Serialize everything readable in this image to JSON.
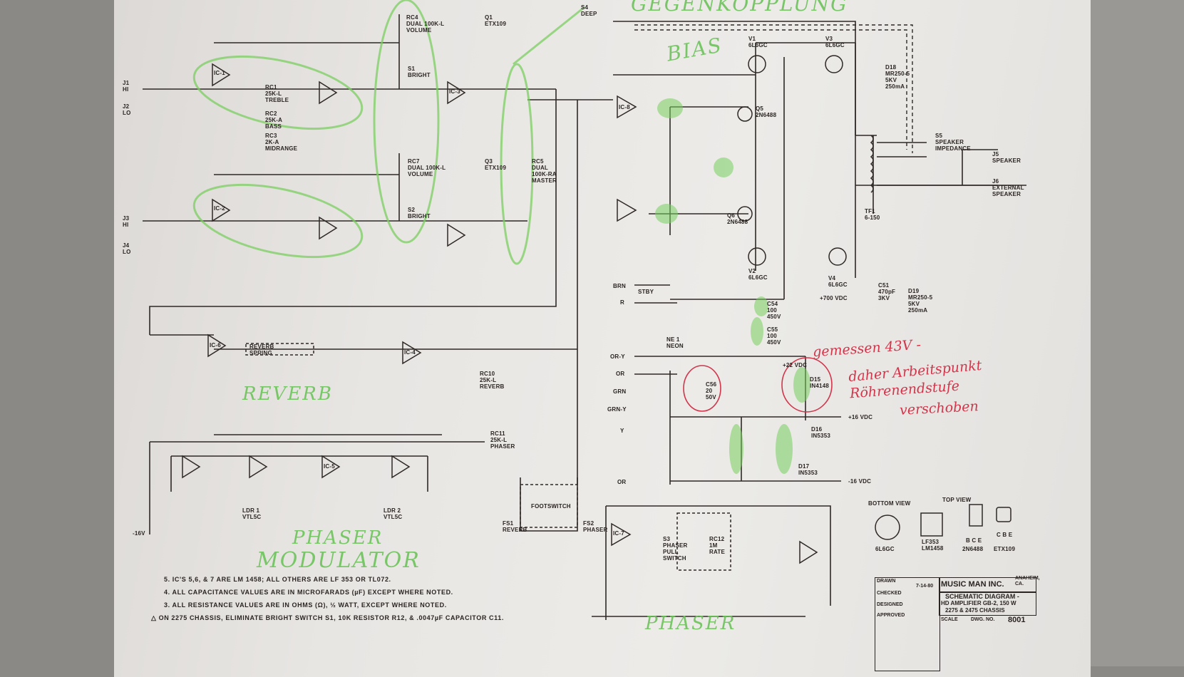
{
  "annotations_green": {
    "gegenkopplung": "GEGENKOPPLUNG",
    "bias": "BIAS",
    "reverb": "REVERB",
    "phaser_modulator_1": "PHASER",
    "phaser_modulator_2": "MODULATOR",
    "phaser": "PHASER"
  },
  "annotation_red": {
    "line1": "gemessen 43V -",
    "line2": "daher Arbeitspunkt",
    "line3": "Röhrenendstufe",
    "line4": "verschoben"
  },
  "components": {
    "j1": "J1\nHI",
    "j2": "J2\nLO",
    "j3": "J3\nHI",
    "j4": "J4\nLO",
    "ic1": "IC-1",
    "ic2": "IC-2",
    "ic3": "IC-3",
    "ic4": "IC-4",
    "ic5": "IC-5",
    "ic6": "IC-6",
    "ic7": "IC-7",
    "ic8": "IC-8",
    "rc4": "RC4\nDUAL 100K-L\nVOLUME",
    "rc7": "RC7\nDUAL 100K-L\nVOLUME",
    "rc1": "RC1\n25K-L\nTREBLE",
    "rc2": "RC2\n25K-A\nBASS",
    "rc3": "RC3\n2K-A\nMIDRANGE",
    "rc5": "RC5\nDUAL\n100K-RA\nMASTER",
    "s1": "S1\nBRIGHT",
    "s2": "S2\nBRIGHT",
    "q1": "Q1\nETX109",
    "q3": "Q3\nETX109",
    "s4": "S4\nDEEP",
    "v1": "V1\n6L6GC",
    "v2": "V2\n6L6GC",
    "v3": "V3\n6L6GC",
    "v4": "V4\n6L6GC",
    "q5": "Q5\n2N6488",
    "q6": "Q6\n2N6488",
    "tf1": "TF1\n6-150",
    "s5": "S5\nSPEAKER\nIMPEDANCE",
    "j5": "J5\nSPEAKER",
    "j6": "J6\nEXTERNAL\nSPEAKER",
    "d18": "D18\nMR250-5\n5KV\n250mA",
    "d19": "D19\nMR250-5\n5KV\n250mA",
    "c51": "C51\n470pF\n3KV",
    "plus700": "+700 VDC",
    "stby": "STBY",
    "ne1": "NE 1\nNEON",
    "c54": "C54\n100\n450V",
    "c55": "C55\n100\n450V",
    "plus22": "+22 VDC",
    "d15": "D15\nIN4148",
    "c56": "C56\n20\n50V",
    "plus16": "+16 VDC",
    "minus16": "-16 VDC",
    "d16": "D16\nIN5353",
    "d17": "D17\nIN5353",
    "reverb_spring": "REVERB\nSPRING",
    "rc10": "RC10\n25K-L\nREVERB",
    "rc11": "RC11\n25K-L\nPHASER",
    "ldr1": "LDR 1\nVTL5C",
    "ldr2": "LDR 2\nVTL5C",
    "footswitch": "FOOTSWITCH",
    "fs1": "FS1\nREVERB",
    "fs2": "FS2\nPHASER",
    "rc12": "RC12\n1M\nRATE",
    "s3": "S3\nPHASER\nPULL\nSWITCH",
    "brn": "BRN",
    "r": "R",
    "or_y": "OR-Y",
    "or": "OR",
    "grn": "GRN",
    "grn_y": "GRN-Y",
    "y": "Y",
    "or2": "OR",
    "minus16v": "-16V"
  },
  "pinouts": {
    "bottom_view": "BOTTOM VIEW",
    "top_view": "TOP VIEW",
    "tube": "6L6GC",
    "opamp": "LF353\nLM1458",
    "q_power": "2N6488",
    "q_power_pins": "B C E",
    "q_small": "ETX109",
    "q_small_pins": "C B E"
  },
  "notes": [
    "5. IC'S 5,6, & 7 ARE LM 1458; ALL OTHERS ARE LF 353 OR TL072.",
    "4. ALL CAPACITANCE VALUES ARE IN MICROFARADS (µF) EXCEPT WHERE NOTED.",
    "3. ALL RESISTANCE VALUES ARE IN OHMS (Ω), ½ WATT, EXCEPT WHERE NOTED.",
    "ON 2275 CHASSIS, ELIMINATE BRIGHT SWITCH S1, 10K RESISTOR R12, & .0047µF CAPACITOR C11."
  ],
  "title_block": {
    "drawn": "DRAWN",
    "drawn_date": "7-14-80",
    "checked": "CHECKED",
    "designed": "DESIGNED",
    "approved": "APPROVED",
    "company": "MUSIC MAN INC.",
    "location": "ANAHEIM, CA.",
    "title1": "SCHEMATIC DIAGRAM -",
    "title2": "HD AMPLIFIER GB-2, 150 W",
    "title3": "2275 & 2475 CHASSIS",
    "scale": "SCALE",
    "dwg_no_label": "DWG. NO.",
    "dwg_no": "8001"
  },
  "colors": {
    "paper": "#e8e6e3",
    "ink": "#2a2422",
    "highlighter": "#6cc35a",
    "red_pen": "#d2344a"
  }
}
